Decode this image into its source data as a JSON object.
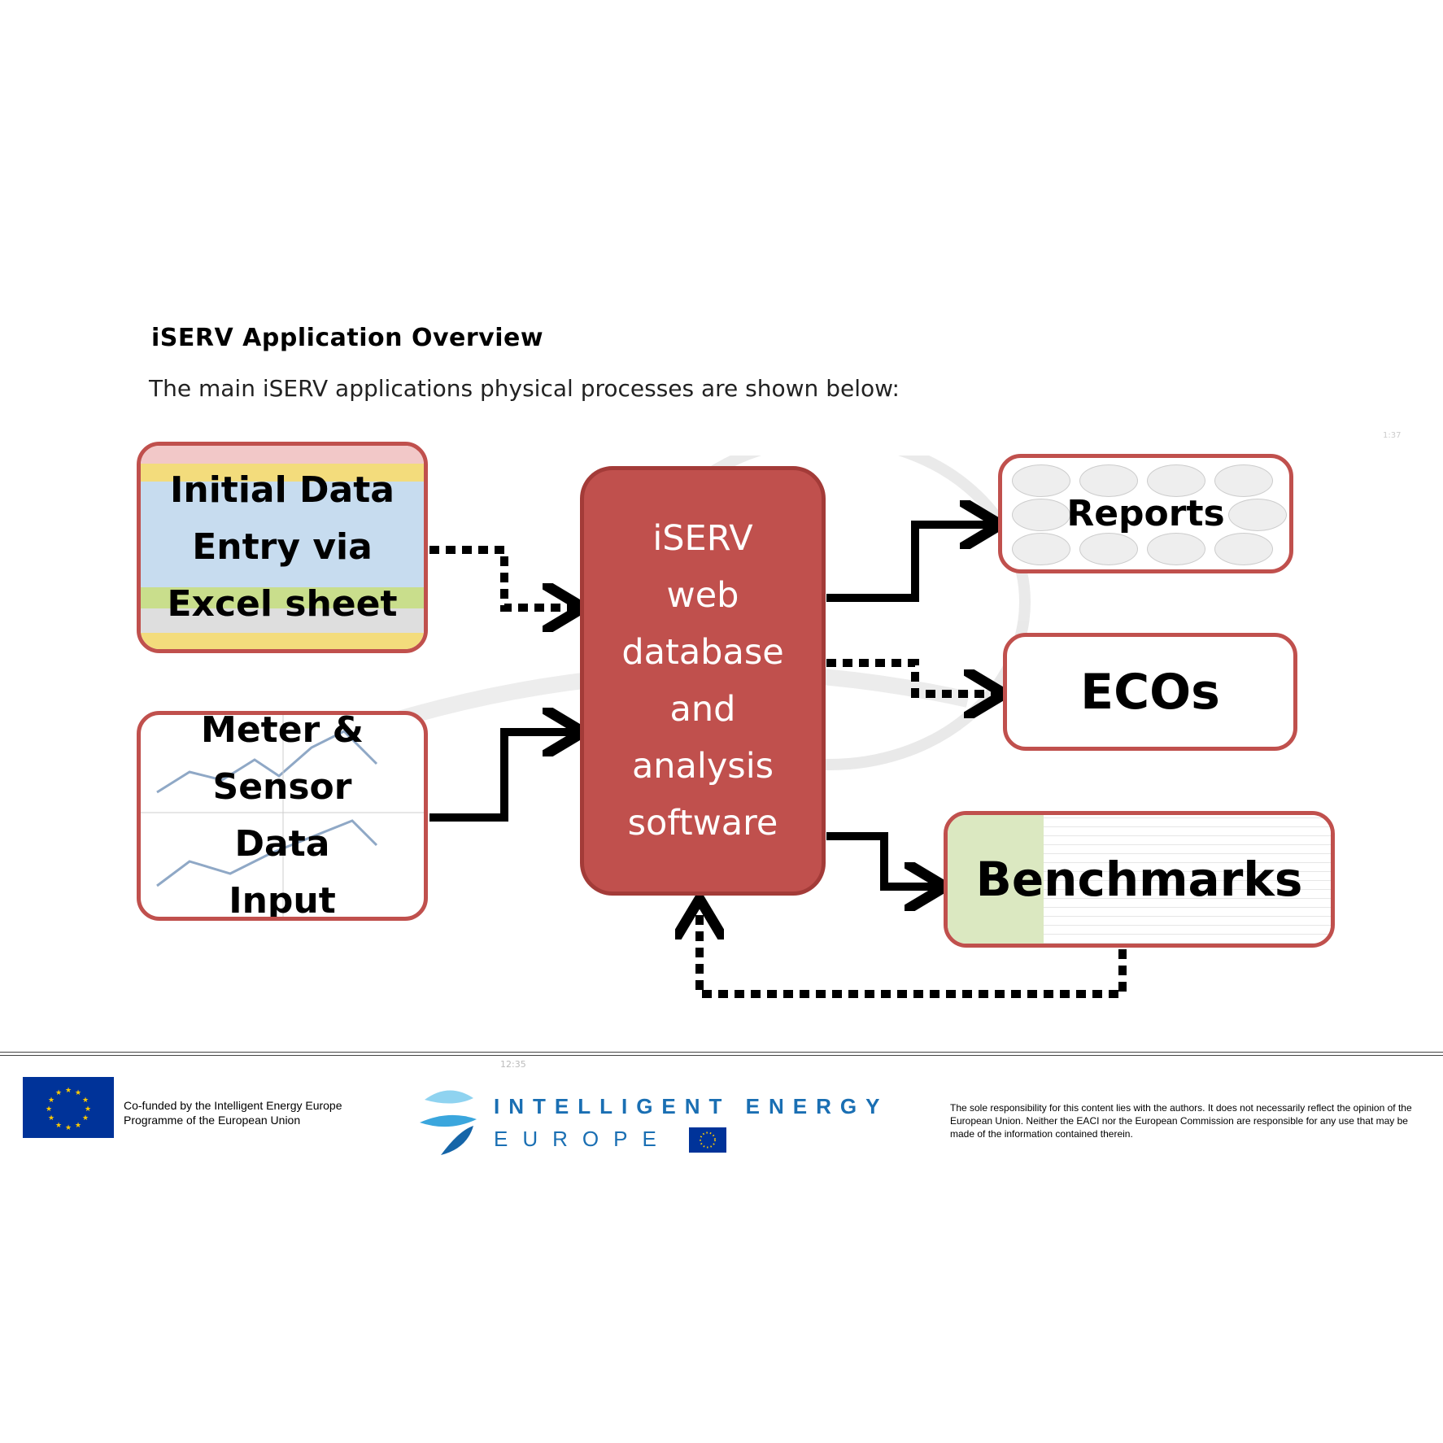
{
  "title": "iSERV Application Overview",
  "intro": "The main iSERV applications physical processes are shown below:",
  "boxes": {
    "initial": "Initial Data Entry via Excel sheet",
    "meter": "Meter & Sensor Data Input",
    "core": "iSERV web database and analysis software",
    "reports": "Reports",
    "ecos": "ECOs",
    "benchmarks": "Benchmarks"
  },
  "footer": {
    "cofunded_line1": "Co-funded by the Intelligent Energy Europe",
    "cofunded_line2": "Programme of the European Union",
    "brand_line1": "INTELLIGENT ENERGY",
    "brand_line2": "EUROPE",
    "disclaimer": "The sole responsibility for this content lies with the authors. It does not necessarily reflect the opinion of the European Union. Neither the EACI nor the European Commission are responsible for any use that may be made of the information contained therein.",
    "timecode": "12:35"
  },
  "corner_note": "1:37",
  "colors": {
    "accent": "#c0504d",
    "eu_blue": "#003399",
    "brand_blue": "#1a6fb3"
  }
}
